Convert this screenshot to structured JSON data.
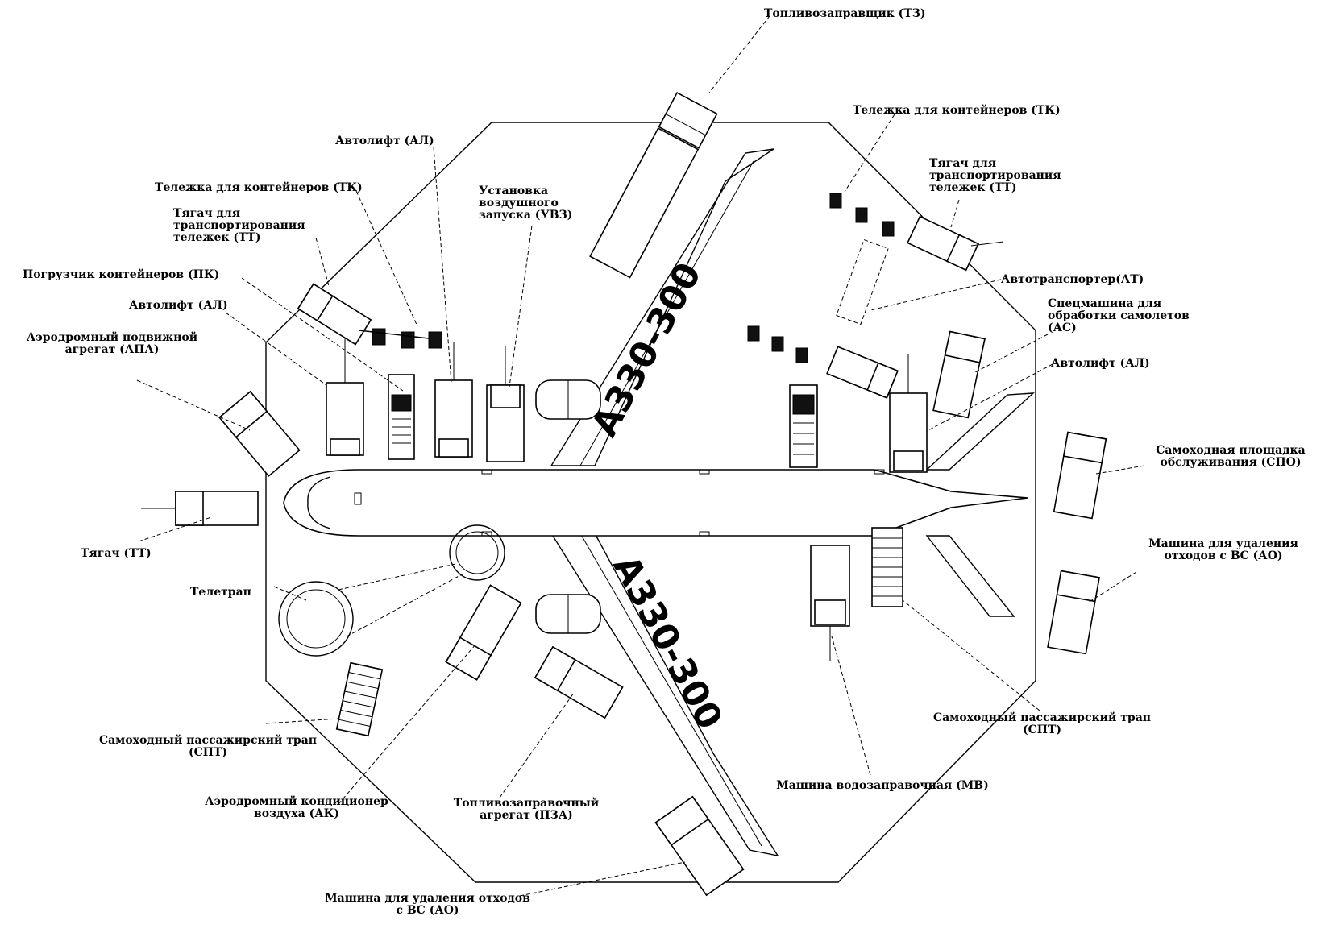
{
  "diagram": {
    "registration": "A330-300",
    "labels": {
      "fuel_truck": "Топливозаправщик (ТЗ)",
      "container_cart_right": "Тележка для контейнеров (ТК)",
      "tractor_carts_right": "Тягач для транспортирования тележек (ТТ)",
      "conveyor_truck": "Автотранспортер(АТ)",
      "deicing_machine": "Спецмашина для обработки самолетов (АС)",
      "autolift_right": "Автолифт (АЛ)",
      "service_platform": "Самоходная площадка обслуживания (СПО)",
      "waste_machine_right": "Машина для удаления отходов с ВС (АО)",
      "passenger_stair_right": "Самоходный пассажирский трап (СПТ)",
      "water_machine": "Машина водозаправочная (МВ)",
      "waste_machine_bottom": "Машина для удаления отходов с ВС (АО)",
      "hydrant_unit": "Топливозаправочный агрегат (ПЗА)",
      "air_conditioner": "Аэродромный кондиционер воздуха (АК)",
      "passenger_stair_left": "Самоходный пассажирский трап (СПТ)",
      "telegrap": "Телетрап",
      "tractor": "Тягач (ТТ)",
      "ground_power": "Аэродромный подвижной агрегат (АПА)",
      "autolift_left": "Автолифт (АЛ)",
      "container_loader": "Погрузчик контейнеров (ПК)",
      "tractor_carts_left": "Тягач для транспортирования тележек (ТТ)",
      "container_cart_left": "Тележка для контейнеров (ТК)",
      "autolift_top": "Автолифт (АЛ)",
      "air_start": "Установка воздушного запуска (УВЗ)"
    }
  }
}
